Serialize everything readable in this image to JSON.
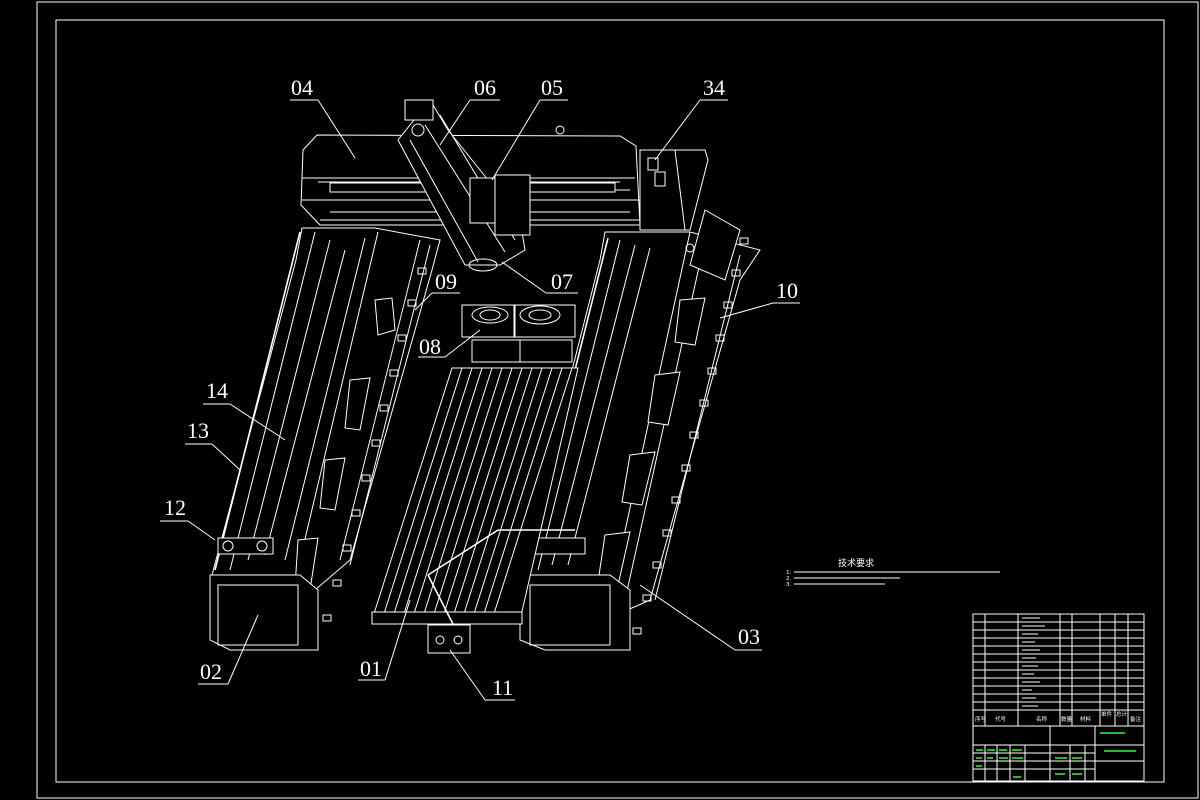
{
  "drawing": {
    "part_labels": [
      "04",
      "06",
      "05",
      "34",
      "07",
      "09",
      "10",
      "08",
      "14",
      "13",
      "12",
      "02",
      "01",
      "11",
      "03"
    ]
  },
  "tech_requirements": {
    "title": "技术要求",
    "notes": [
      "1.",
      "2.",
      "3."
    ]
  },
  "title_block": {
    "header_cells": [
      "序号",
      "代号",
      "名称",
      "数量",
      "材料",
      "单件",
      "总计",
      "备注"
    ]
  }
}
